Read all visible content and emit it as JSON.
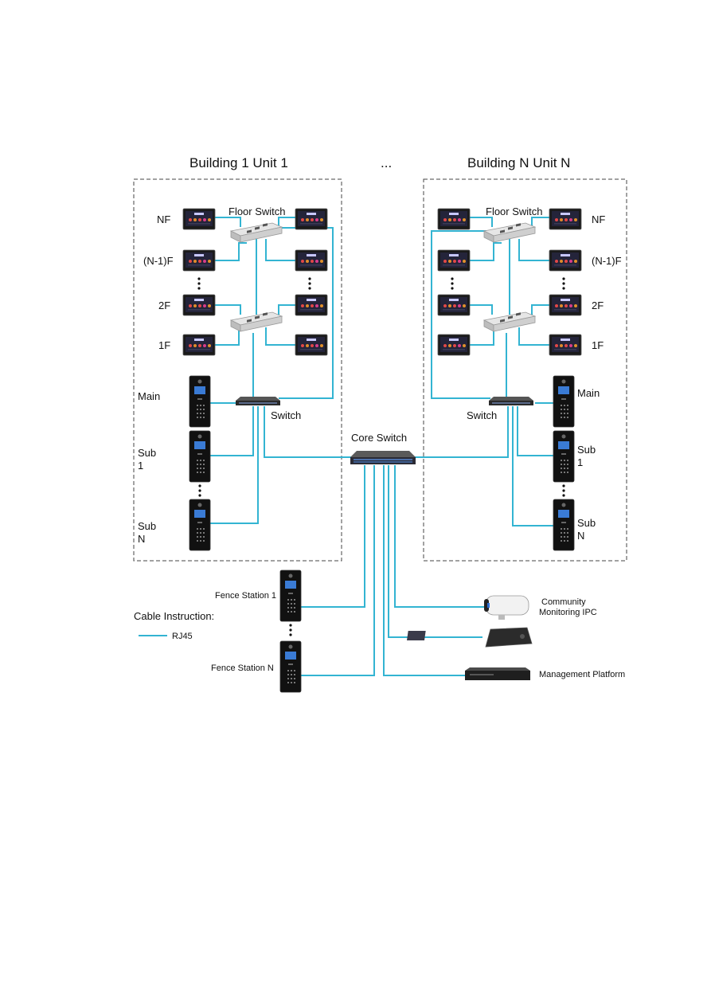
{
  "titles": {
    "building_1": "Building 1 Unit 1",
    "ellipsis": "...",
    "building_n": "Building N Unit N"
  },
  "floors": {
    "nf": "NF",
    "n_minus_1": "(N-1)F",
    "f2": "2F",
    "f1": "1F"
  },
  "switches": {
    "floor_switch": "Floor Switch",
    "switch": "Switch",
    "core_switch": "Core Switch"
  },
  "stations": {
    "main": "Main",
    "sub1_line1": "Sub",
    "sub1_line2": "1",
    "subn_line1": "Sub",
    "subn_line2": "N",
    "fence_station_1": "Fence Station 1",
    "fence_station_n": "Fence Station N"
  },
  "devices": {
    "ipc_line1": "Community",
    "ipc_line2": "Monitoring IPC",
    "management_platform": "Management Platform"
  },
  "legend": {
    "title": "Cable Instruction:",
    "rj45": "RJ45"
  },
  "colors": {
    "cable": "#33b4d2",
    "frame": "#444444"
  }
}
